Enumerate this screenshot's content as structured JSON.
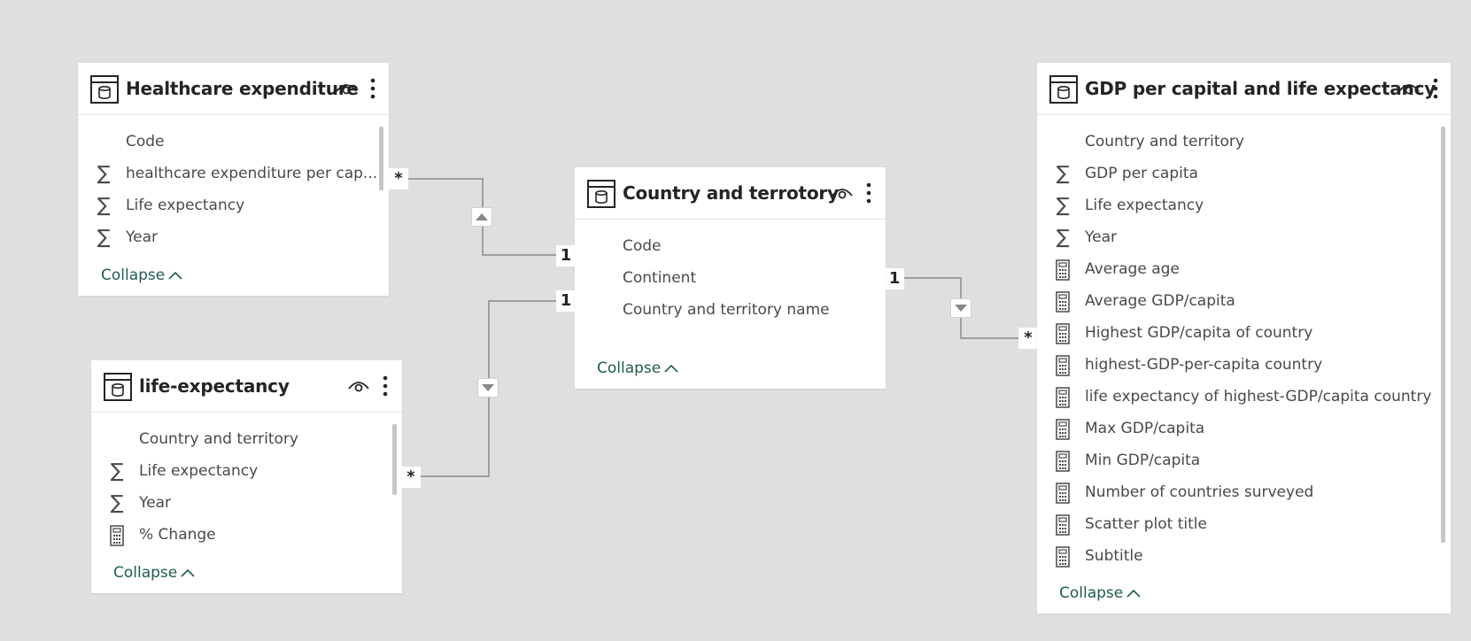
{
  "tables": {
    "healthcare": {
      "title": "Healthcare expenditure",
      "fields": [
        {
          "label": "Code",
          "icon": "none"
        },
        {
          "label": "healthcare expenditure per cap...",
          "icon": "sigma-icon"
        },
        {
          "label": "Life expectancy",
          "icon": "sigma-icon"
        },
        {
          "label": "Year",
          "icon": "sigma-icon"
        }
      ],
      "collapse_label": "Collapse"
    },
    "life": {
      "title": "life-expectancy",
      "fields": [
        {
          "label": "Country and territory",
          "icon": "none"
        },
        {
          "label": "Life expectancy",
          "icon": "sigma-icon"
        },
        {
          "label": "Year",
          "icon": "sigma-icon"
        },
        {
          "label": "% Change",
          "icon": "calculator-icon"
        }
      ],
      "collapse_label": "Collapse"
    },
    "country": {
      "title": "Country and terrotory",
      "fields": [
        {
          "label": "Code",
          "icon": "none"
        },
        {
          "label": "Continent",
          "icon": "none"
        },
        {
          "label": "Country and territory name",
          "icon": "none"
        }
      ],
      "collapse_label": "Collapse"
    },
    "gdp": {
      "title": "GDP per capital and life expectancy",
      "fields": [
        {
          "label": "Country and territory",
          "icon": "none"
        },
        {
          "label": "GDP per capita",
          "icon": "sigma-icon"
        },
        {
          "label": "Life expectancy",
          "icon": "sigma-icon"
        },
        {
          "label": "Year",
          "icon": "sigma-icon"
        },
        {
          "label": "Average age",
          "icon": "calculator-icon"
        },
        {
          "label": "Average GDP/capita",
          "icon": "calculator-icon"
        },
        {
          "label": "Highest GDP/capita of country",
          "icon": "calculator-icon"
        },
        {
          "label": "highest-GDP-per-capita country",
          "icon": "calculator-icon"
        },
        {
          "label": "life expectancy of highest-GDP/capita country",
          "icon": "calculator-icon"
        },
        {
          "label": "Max GDP/capita",
          "icon": "calculator-icon"
        },
        {
          "label": "Min GDP/capita",
          "icon": "calculator-icon"
        },
        {
          "label": "Number of countries surveyed",
          "icon": "calculator-icon"
        },
        {
          "label": "Scatter plot title",
          "icon": "calculator-icon"
        },
        {
          "label": "Subtitle",
          "icon": "calculator-icon"
        }
      ],
      "collapse_label": "Collapse"
    }
  },
  "relationships": [
    {
      "from": "healthcare",
      "to": "country",
      "from_card": "*",
      "to_card": "1",
      "direction": "up"
    },
    {
      "from": "life",
      "to": "country",
      "from_card": "*",
      "to_card": "1",
      "direction": "down"
    },
    {
      "from": "country",
      "to": "gdp",
      "from_card": "1",
      "to_card": "*",
      "direction": "down"
    }
  ],
  "colors": {
    "canvas": "#e1dfdd",
    "card": "#ffffff",
    "title": "#252423",
    "field_text": "#4a4947",
    "collapse_link": "#1f5c4f",
    "relationship_line": "#8a8886"
  }
}
